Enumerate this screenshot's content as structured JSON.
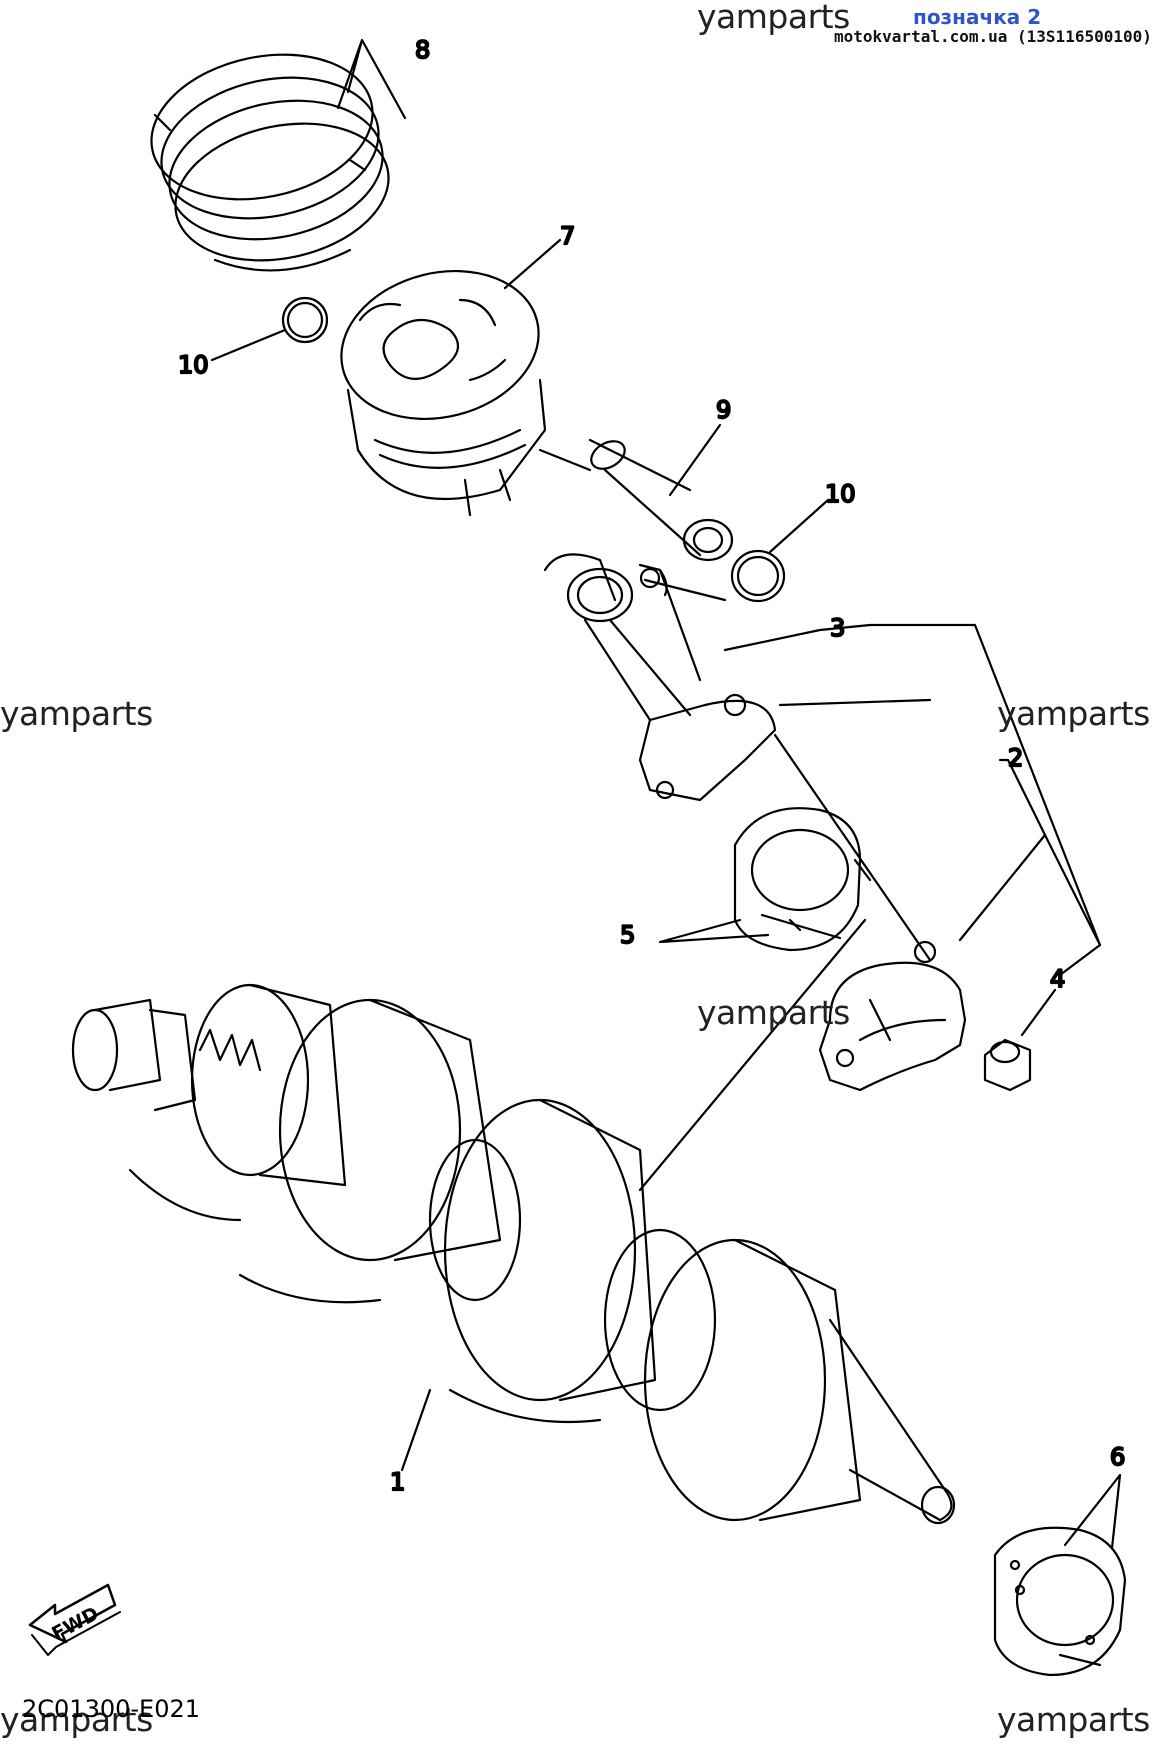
{
  "header": {
    "watermark": "yamparts",
    "tag": "позначка 2",
    "site": "motokvartal.com.ua (13S116500100)"
  },
  "watermarks": [
    "yamparts",
    "yamparts",
    "yamparts",
    "yamparts",
    "yamparts"
  ],
  "callouts": {
    "c1": "1",
    "c2": "2",
    "c3": "3",
    "c4": "4",
    "c5": "5",
    "c6": "6",
    "c7": "7",
    "c8": "8",
    "c9": "9",
    "c10a": "10",
    "c10b": "10"
  },
  "fwd": "FWD",
  "diagram_code": "2C01300-E021",
  "icons": [
    "fwd-arrow-icon"
  ],
  "colors": {
    "line": "#000000",
    "tag": "#2e55c8"
  }
}
